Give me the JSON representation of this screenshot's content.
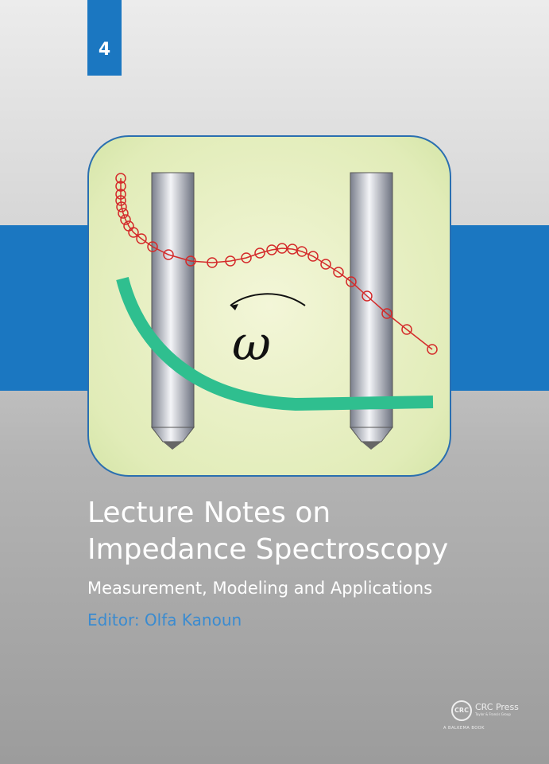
{
  "volume_number": "4",
  "title_line1": "Lecture Notes on",
  "title_line2": "Impedance Spectroscopy",
  "subtitle": "Measurement, Modeling and Applications",
  "editor": "Editor: Olfa Kanoun",
  "illustration_symbol": "ω",
  "publisher": {
    "name": "CRC Press",
    "group": "Taylor & Francis Group",
    "imprint": "A BALKEMA BOOK",
    "logo_text": "CRC"
  },
  "colors": {
    "accent_blue": "#1b77c1",
    "curve_green": "#2fbf8f",
    "data_red": "#d42a2a"
  }
}
